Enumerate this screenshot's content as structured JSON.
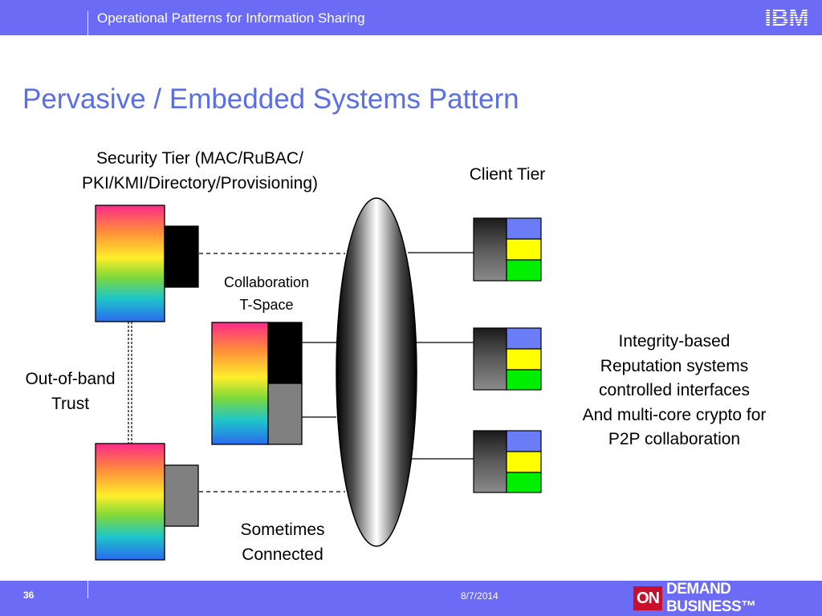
{
  "header": {
    "title": "Operational Patterns for Information Sharing",
    "logo": "IBM"
  },
  "slide": {
    "title": "Pervasive / Embedded Systems Pattern"
  },
  "diagram": {
    "security_tier_label": [
      "Security Tier (MAC/RuBAC/",
      "PKI/KMI/Directory/Provisioning)"
    ],
    "client_tier_label": "Client Tier",
    "collaboration_label": [
      "Collaboration",
      "T-Space"
    ],
    "out_of_band_label": [
      "Out-of-band",
      "Trust"
    ],
    "sometimes_connected_label": [
      "Sometimes",
      "Connected"
    ],
    "integrity_label": [
      "Integrity-based",
      "Reputation systems",
      "controlled interfaces",
      "And multi-core crypto for",
      "P2P collaboration"
    ],
    "client_slot_colors": [
      "#6b7cf7",
      "#ffff00",
      "#00ee00"
    ]
  },
  "footer": {
    "page_number": "36",
    "date": "8/7/2014",
    "brand_on": "ON",
    "brand_rest": "DEMAND BUSINESS™"
  }
}
